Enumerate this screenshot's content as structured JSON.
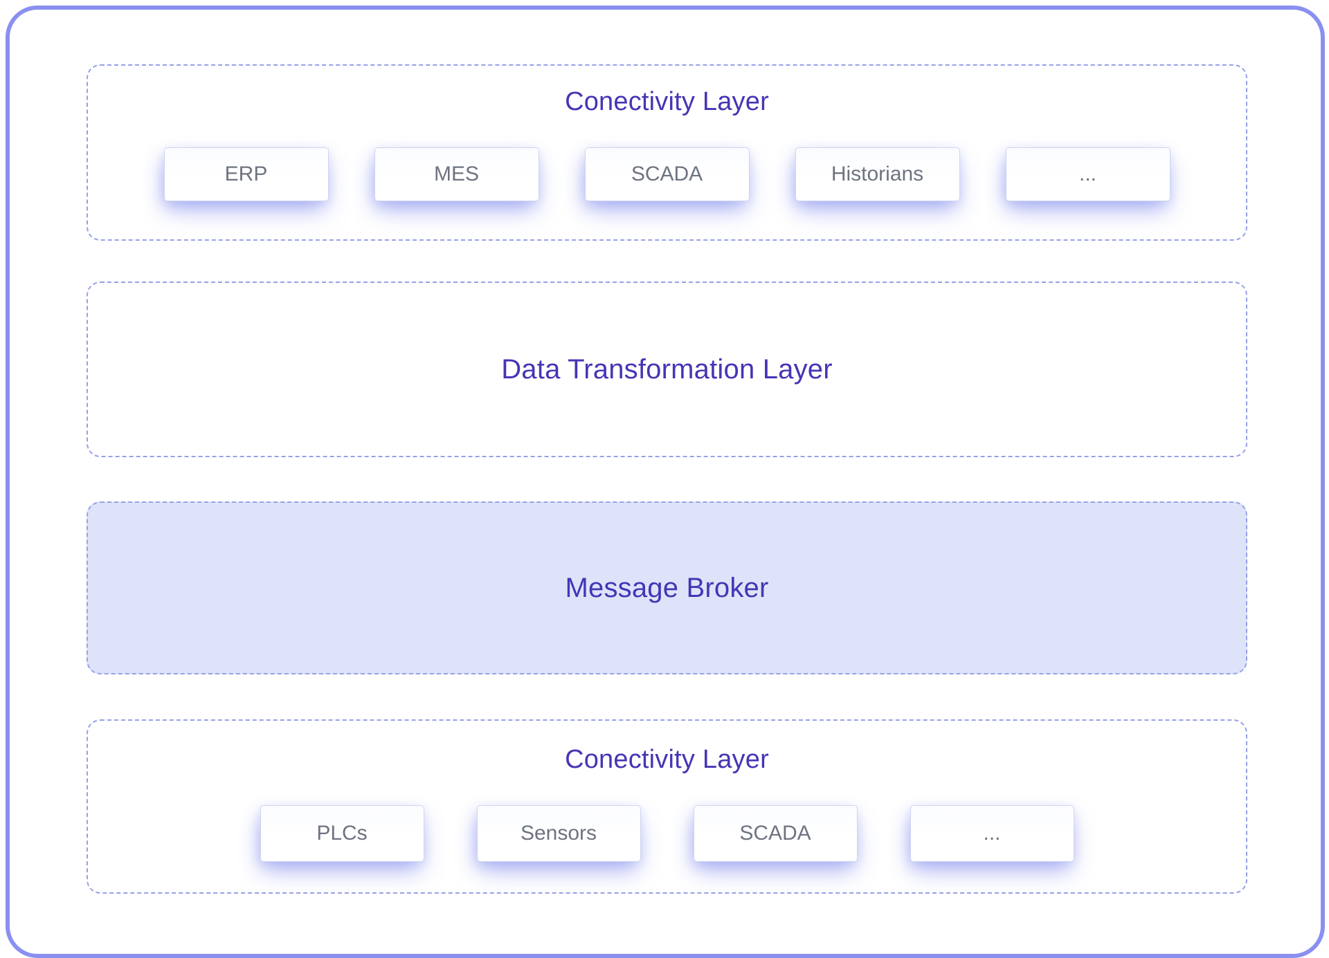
{
  "diagram": {
    "layers": [
      {
        "id": "connectivity-top",
        "title": "Conectivity Layer",
        "items": [
          "ERP",
          "MES",
          "SCADA",
          "Historians",
          "..."
        ]
      },
      {
        "id": "data-transformation",
        "title": "Data Transformation Layer",
        "items": []
      },
      {
        "id": "message-broker",
        "title": "Message Broker",
        "items": []
      },
      {
        "id": "connectivity-bottom",
        "title": "Conectivity Layer",
        "items": [
          "PLCs",
          "Sensors",
          "SCADA",
          "..."
        ]
      }
    ],
    "colors": {
      "accent_text": "#4535b5",
      "outer_border": "#8a90f0",
      "dashed_border": "#97a0e9",
      "broker_fill": "#dfe3f9",
      "node_border": "#ced4f0",
      "node_text": "#6d7380",
      "node_glow": "#7682eb"
    }
  }
}
